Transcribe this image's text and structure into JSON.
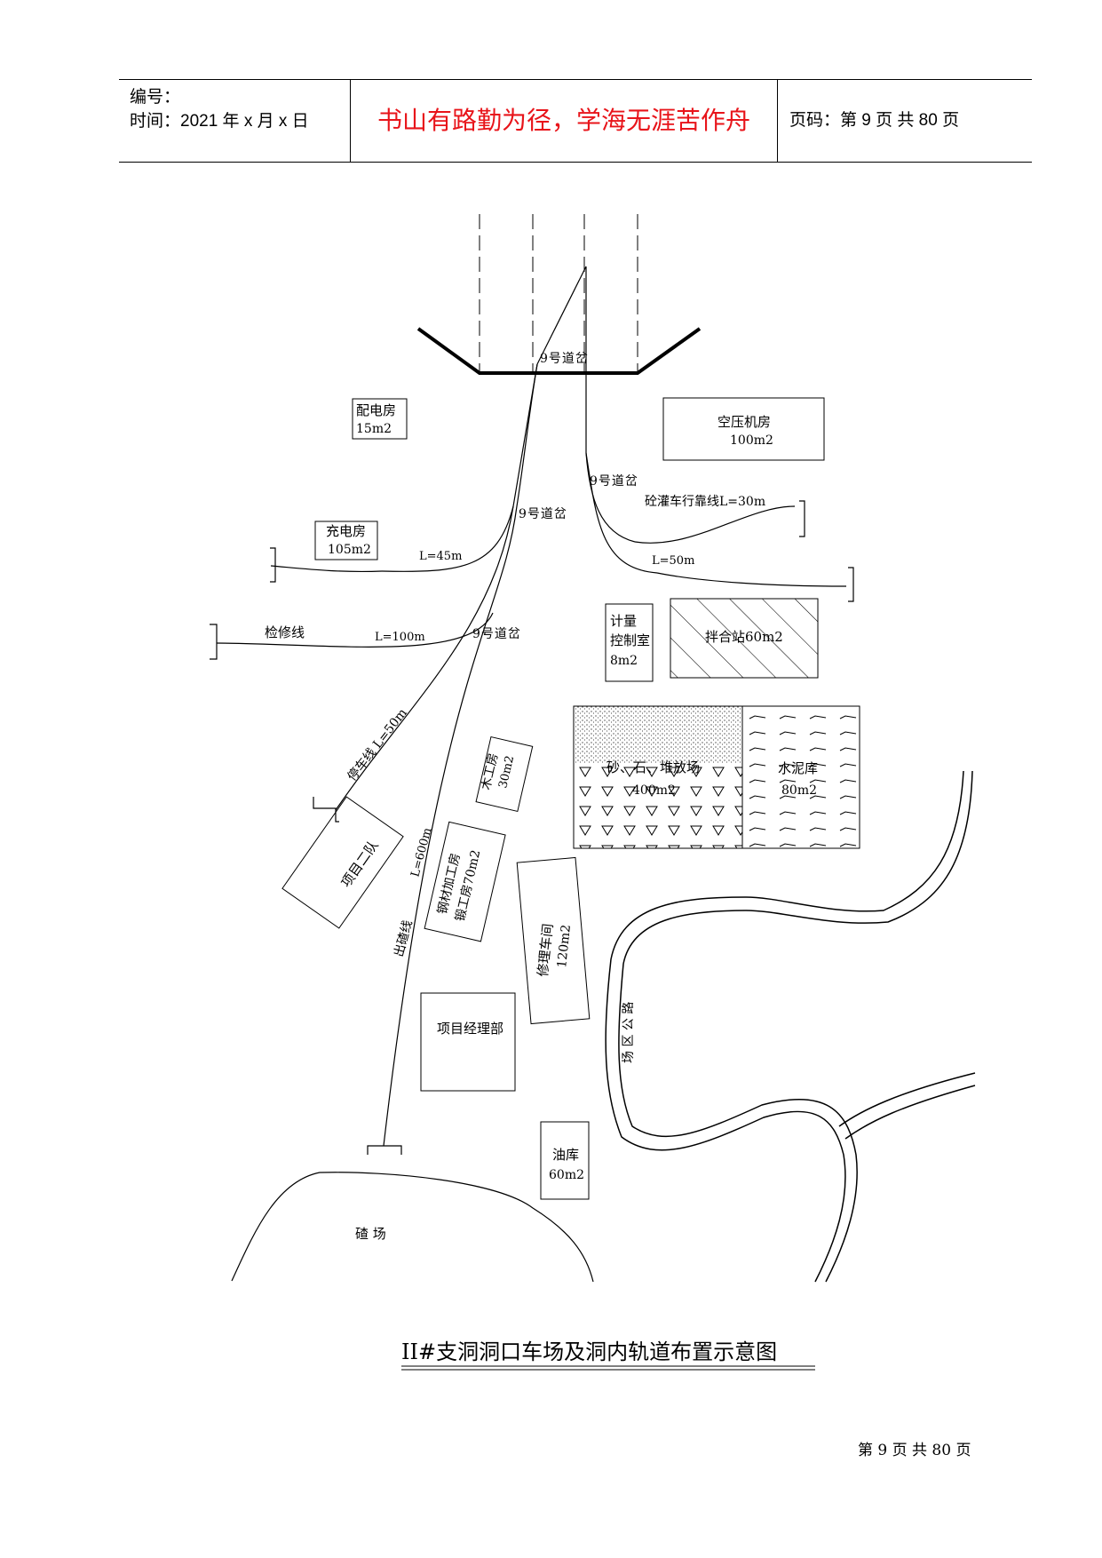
{
  "header": {
    "number_label": "编号：",
    "date_label": "时间：2021 年 x 月 x 日",
    "motto": "书山有路勤为径，学海无涯苦作舟",
    "page_label": "页码：第 9 页  共 80 页"
  },
  "diagram": {
    "title": "II#支洞洞口车场及洞内轨道布置示意图",
    "labels": {
      "switch_top": "9号道岔",
      "switch_right": "9号道岔",
      "switch_mid": "9号道岔",
      "switch_low": "9号道岔",
      "power_room": "配电房",
      "power_room_area": "15m2",
      "compressor_room": "空压机房",
      "compressor_room_area": "100m2",
      "concrete_siding": "砼灌车行靠线L=30m",
      "charging_room": "充电房",
      "charging_room_area": "105m2",
      "len_45": "L=45m",
      "len_50_right": "L=50m",
      "repair_line": "检修线",
      "len_100": "L=100m",
      "metering_1": "计量",
      "metering_2": "控制室",
      "metering_3": "8m2",
      "mixing_station": "拌合站60m2",
      "parking_line": "停车线  L=50m",
      "carpentry_1": "木工房",
      "carpentry_2": "30m2",
      "aggregate_1": "砂、石、堆放场",
      "aggregate_2": "400m2",
      "cement_1": "水泥库",
      "cement_2": "80m2",
      "team_two": "项目二队",
      "steel_1": "钢材加工房",
      "steel_2": "锻工房70m2",
      "len_600": "L=600m",
      "muck_line": "出碴线",
      "repair_shop_1": "修理车间",
      "repair_shop_2": "120m2",
      "road": "场 区 公 路",
      "manager_dept": "项目经理部",
      "oil_1": "油库",
      "oil_2": "60m2",
      "muck_yard": "碴  场"
    }
  },
  "footer": {
    "page": "第 9 页 共 80 页"
  }
}
